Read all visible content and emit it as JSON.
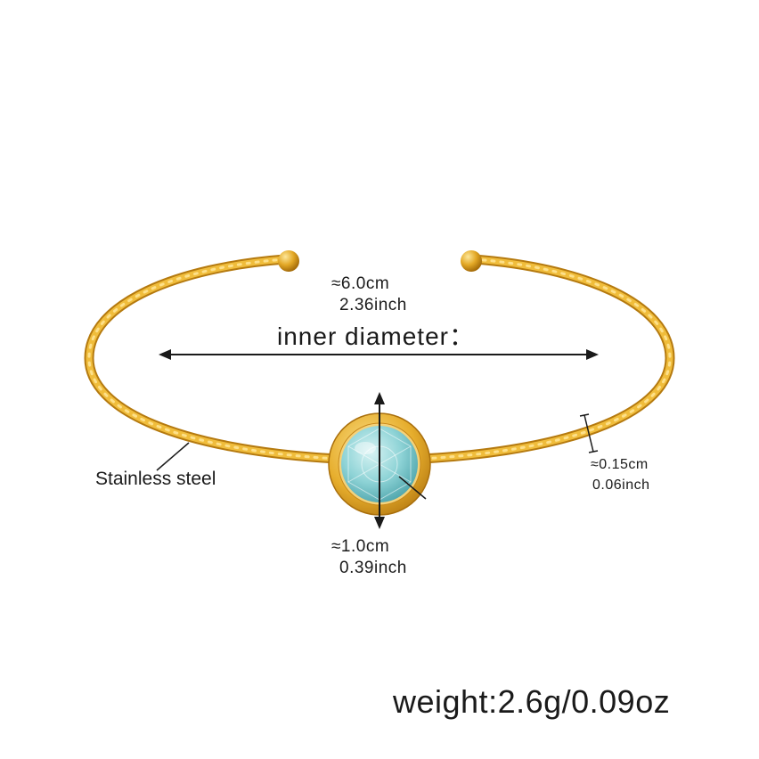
{
  "labels": {
    "diameter_cm": "≈6.0cm",
    "diameter_inch": "2.36inch",
    "inner_diameter": "inner diameter：",
    "material": "Stainless steel",
    "thickness_cm": "≈0.15cm",
    "thickness_inch": "0.06inch",
    "stone_cm": "≈1.0cm",
    "stone_inch": "0.39inch",
    "weight": "weight:2.6g/0.09oz"
  },
  "colors": {
    "gold": "#e3a826",
    "gold_dark": "#b57a0f",
    "gold_light": "#fbd86a",
    "stone": "#8ed3d6",
    "text": "#1a1a1a"
  }
}
